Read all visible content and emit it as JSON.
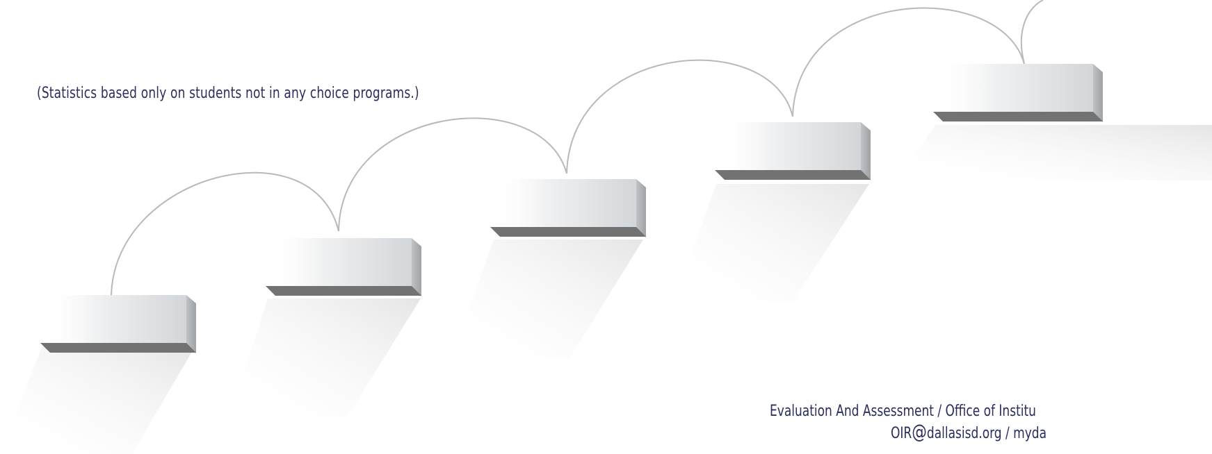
{
  "note": "(Statistics based only on students not in any choice programs.)",
  "footer": {
    "line1": "Evaluation And Assessment  /  Office of Institu",
    "line2_prefix": "OIR",
    "line2_at": "@",
    "line2_suffix": "dallasisd.org  /  myda"
  },
  "colors": {
    "text": "#2b2d5f",
    "step_edge": "#6f6f6f",
    "arc": "#b8b8b8"
  },
  "icons": [
    "staircase-illustration"
  ]
}
